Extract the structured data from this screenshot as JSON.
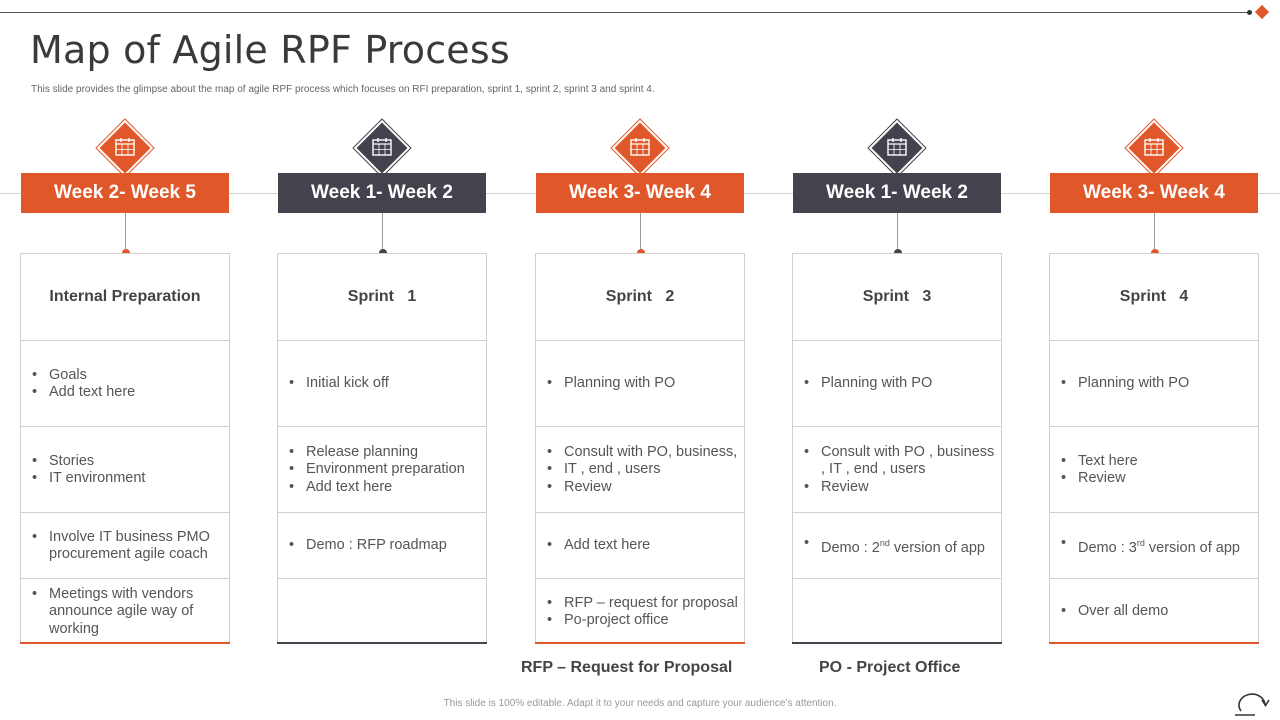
{
  "title": "Map of Agile RPF Process",
  "subtitle": "This slide provides the glimpse about the map of agile RPF  process which focuses on RFI preparation, sprint 1, sprint 2, sprint 3 and sprint 4.",
  "colors": {
    "orange": "#e0582a",
    "dark": "#43434d"
  },
  "columns": [
    {
      "week": "Week 2- Week 5",
      "theme": "orange",
      "heading": "Internal Preparation",
      "rows": [
        [
          "Goals",
          "Add text here"
        ],
        [
          "Stories",
          "IT environment"
        ],
        [
          "Involve IT business PMO procurement agile coach"
        ],
        [
          "Meetings with vendors announce  agile way of working"
        ]
      ]
    },
    {
      "week": "Week 1- Week 2",
      "theme": "dark",
      "heading": "Sprint   1",
      "rows": [
        [
          "Initial kick off"
        ],
        [
          "Release planning",
          "Environment preparation",
          "Add text here"
        ],
        [
          "Demo : RFP roadmap"
        ],
        []
      ]
    },
    {
      "week": "Week 3- Week 4",
      "theme": "orange",
      "heading": "Sprint   2",
      "rows": [
        [
          "Planning with PO"
        ],
        [
          "Consult with PO, business,",
          "IT , end , users",
          "Review"
        ],
        [
          "Add text  here"
        ],
        [
          "RFP – request for proposal",
          "Po-project office"
        ]
      ]
    },
    {
      "week": "Week 1- Week 2",
      "theme": "dark",
      "heading": "Sprint   3",
      "rows": [
        [
          "Planning with PO"
        ],
        [
          "Consult with PO , business , IT , end , users",
          "Review"
        ],
        [],
        []
      ]
    },
    {
      "week": "Week 3- Week 4",
      "theme": "orange",
      "heading": "Sprint   4",
      "rows": [
        [
          "Planning with PO"
        ],
        [
          "Text here",
          "Review"
        ],
        [],
        [
          "Over all demo"
        ]
      ]
    }
  ],
  "superscript_items": {
    "demo_sprint3": {
      "pre": "Demo :  2",
      "sup": "nd",
      "post": " version of app"
    },
    "demo_sprint4": {
      "pre": "Demo : 3",
      "sup": "rd",
      "post": " version of app"
    }
  },
  "footer_left": "RFP – Request for Proposal",
  "footer_right": "PO - Project Office",
  "footnote": "This slide is 100% editable. Adapt it to your needs and capture your audience’s attention.",
  "icons": {
    "calendar": "calendar-icon",
    "loop": "loop-arrow-icon"
  }
}
